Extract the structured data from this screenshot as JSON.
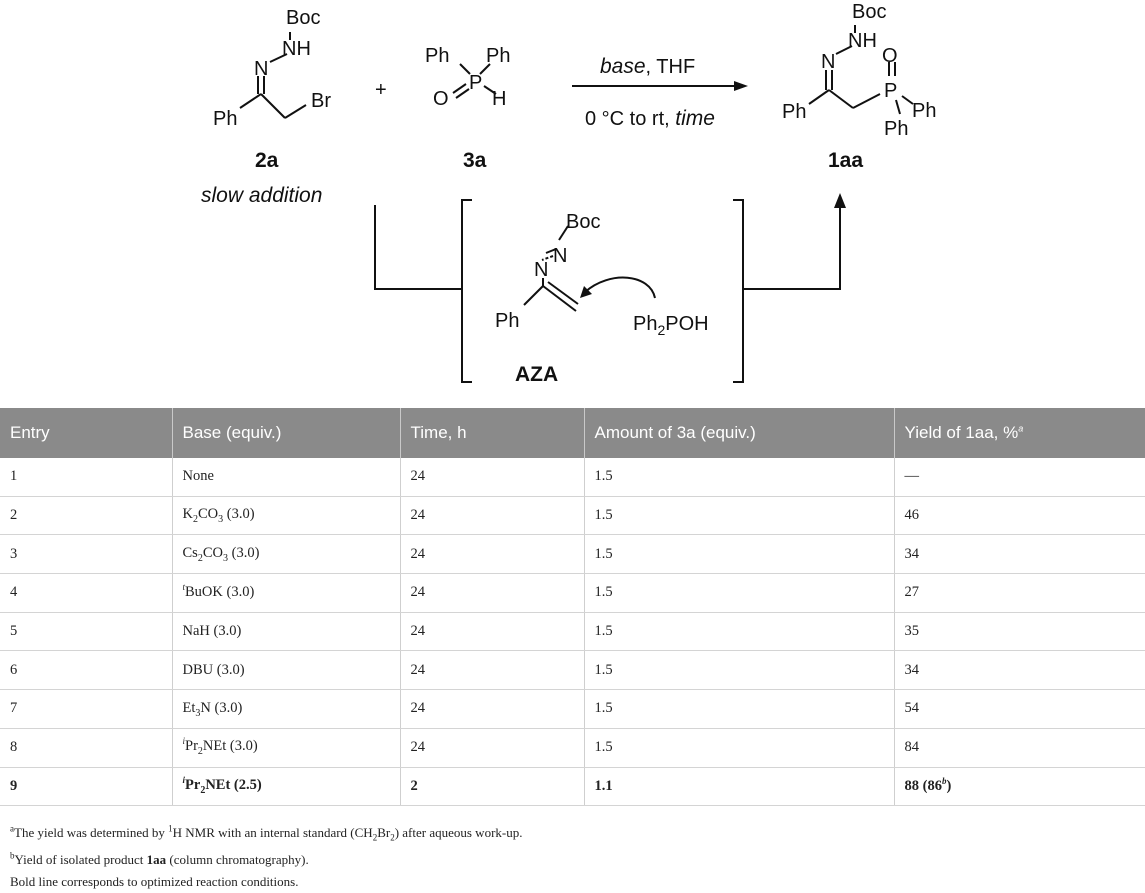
{
  "scheme": {
    "reactant1": {
      "groups": [
        "Boc",
        "NH",
        "N",
        "Ph",
        "Br"
      ],
      "label": "2a",
      "note": "slow addition"
    },
    "plus": "+",
    "reactant2": {
      "groups": [
        "Ph",
        "Ph",
        "P",
        "O",
        "H"
      ],
      "label": "3a"
    },
    "conditions_top_italic": "base",
    "conditions_top_rest": ", THF",
    "conditions_bottom_plain": "0 °C to rt, ",
    "conditions_bottom_italic": "time",
    "product": {
      "groups": [
        "Boc",
        "NH",
        "N",
        "Ph",
        "P",
        "O",
        "Ph",
        "Ph"
      ],
      "label": "1aa"
    },
    "intermediate": {
      "groups": [
        "Boc",
        "N",
        "N",
        "Ph"
      ],
      "label": "AZA"
    },
    "nucleophile": {
      "main": "Ph",
      "sub": "2",
      "rest": "POH"
    }
  },
  "table": {
    "headers": [
      "Entry",
      "Base (equiv.)",
      "Time, h",
      "Amount of 3a (equiv.)",
      "Yield of 1aa, %"
    ],
    "header_yield_sup": "a",
    "rows": [
      {
        "entry": "1",
        "base_pre": "None",
        "base_sub": "",
        "base_post": "",
        "base_sup": "",
        "time": "24",
        "amount": "1.5",
        "yield": "—",
        "yield_sup": "",
        "yield_post": ""
      },
      {
        "entry": "2",
        "base_pre": "K",
        "base_sub": "2",
        "base_post": "CO",
        "base_sub2": "3",
        "base_tail": " (3.0)",
        "base_sup": "",
        "time": "24",
        "amount": "1.5",
        "yield": "46",
        "yield_sup": "",
        "yield_post": ""
      },
      {
        "entry": "3",
        "base_pre": "Cs",
        "base_sub": "2",
        "base_post": "CO",
        "base_sub2": "3",
        "base_tail": " (3.0)",
        "base_sup": "",
        "time": "24",
        "amount": "1.5",
        "yield": "34",
        "yield_sup": "",
        "yield_post": ""
      },
      {
        "entry": "4",
        "base_sup": "t",
        "base_pre": "BuOK (3.0)",
        "base_sub": "",
        "base_post": "",
        "time": "24",
        "amount": "1.5",
        "yield": "27",
        "yield_sup": "",
        "yield_post": ""
      },
      {
        "entry": "5",
        "base_pre": "NaH (3.0)",
        "base_sub": "",
        "base_post": "",
        "base_sup": "",
        "time": "24",
        "amount": "1.5",
        "yield": "35",
        "yield_sup": "",
        "yield_post": ""
      },
      {
        "entry": "6",
        "base_pre": "DBU (3.0)",
        "base_sub": "",
        "base_post": "",
        "base_sup": "",
        "time": "24",
        "amount": "1.5",
        "yield": "34",
        "yield_sup": "",
        "yield_post": ""
      },
      {
        "entry": "7",
        "base_pre": "Et",
        "base_sub": "3",
        "base_post": "N (3.0)",
        "base_sup": "",
        "time": "24",
        "amount": "1.5",
        "yield": "54",
        "yield_sup": "",
        "yield_post": ""
      },
      {
        "entry": "8",
        "base_sup": "i",
        "base_pre": "Pr",
        "base_sub": "2",
        "base_post": "NEt (3.0)",
        "time": "24",
        "amount": "1.5",
        "yield": "84",
        "yield_sup": "",
        "yield_post": ""
      },
      {
        "entry": "9",
        "base_sup": "i",
        "base_pre": "Pr",
        "base_sub": "2",
        "base_post": "NEt (2.5)",
        "time": "2",
        "amount": "1.1",
        "yield": "88 (86",
        "yield_sup": "b",
        "yield_post": ")"
      }
    ]
  },
  "footnotes": {
    "a_mark": "a",
    "a_text1": "The yield was determined by ",
    "a_sup": "1",
    "a_text2": "H NMR with an internal standard (CH",
    "a_sub1": "2",
    "a_text3": "Br",
    "a_sub2": "2",
    "a_text4": ") after aqueous work-up.",
    "b_mark": "b",
    "b_text1": "Yield of isolated product ",
    "b_bold": "1aa",
    "b_text2": " (column chromatography).",
    "c_text": "Bold line corresponds to optimized reaction conditions."
  }
}
